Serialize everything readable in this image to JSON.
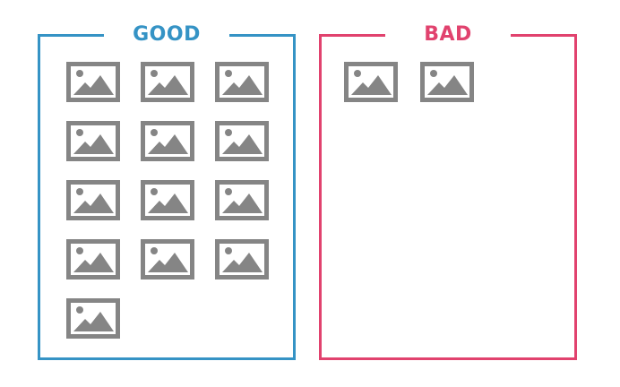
{
  "colors": {
    "good": "#3593c5",
    "bad": "#e1426e",
    "icon": "#858585",
    "background": "#ffffff"
  },
  "panels": [
    {
      "id": "good",
      "title": "GOOD",
      "color": "#3593c5",
      "image_count": 13,
      "columns": 3
    },
    {
      "id": "bad",
      "title": "BAD",
      "color": "#e1426e",
      "image_count": 2,
      "columns": 2
    }
  ],
  "icon_name": "image-placeholder-icon"
}
